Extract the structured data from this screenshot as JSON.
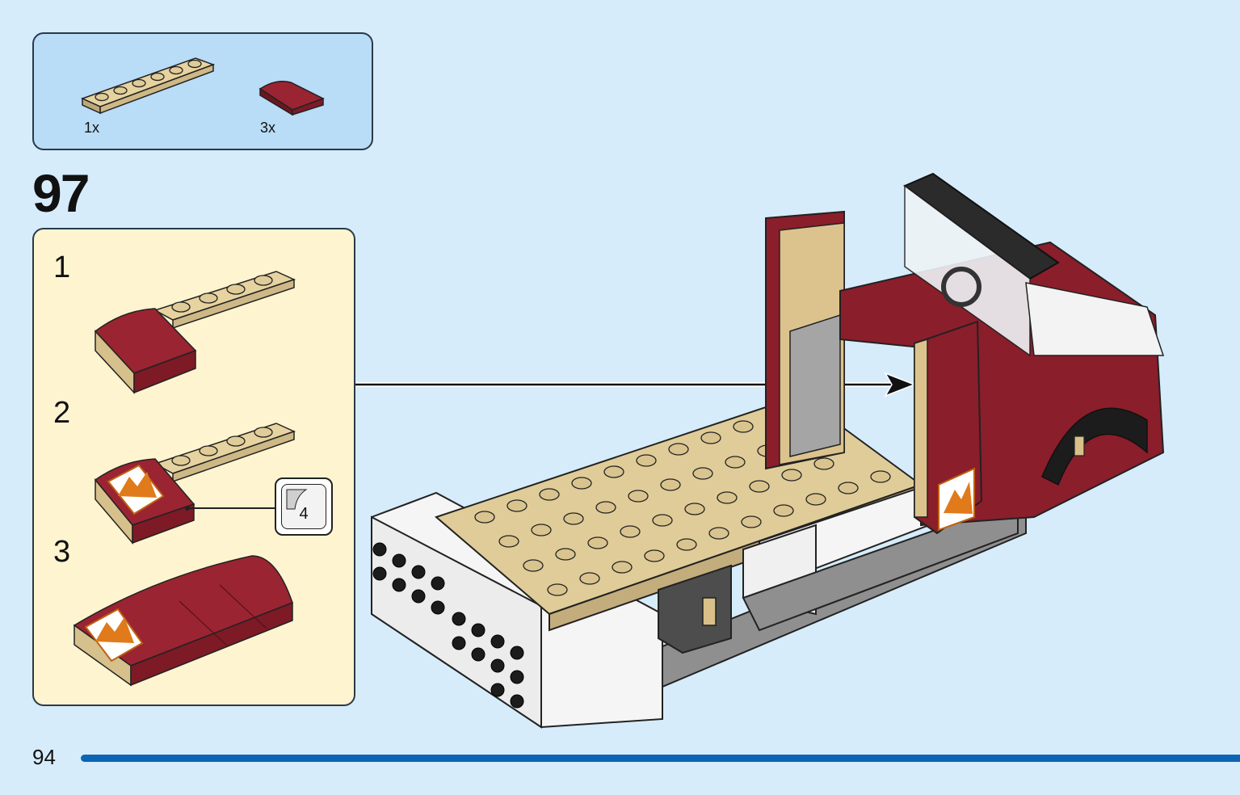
{
  "parts_list": {
    "items": [
      {
        "quantity": "1x",
        "part": "tan plate 1x6",
        "color": "#dfcb96"
      },
      {
        "quantity": "3x",
        "part": "dark red curved slope",
        "color": "#8b1e2b"
      }
    ]
  },
  "step": {
    "number": "97",
    "substeps": [
      {
        "number": "1"
      },
      {
        "number": "2",
        "sticker_number": "4"
      },
      {
        "number": "3"
      }
    ]
  },
  "page": {
    "number": "94"
  },
  "colors": {
    "background": "#d6ecfb",
    "parts_box": "#b9dcf7",
    "substep_box": "#fef4d0",
    "tan": "#dfcb96",
    "dark_red": "#8b1e2b",
    "page_bar": "#0b64b4"
  }
}
